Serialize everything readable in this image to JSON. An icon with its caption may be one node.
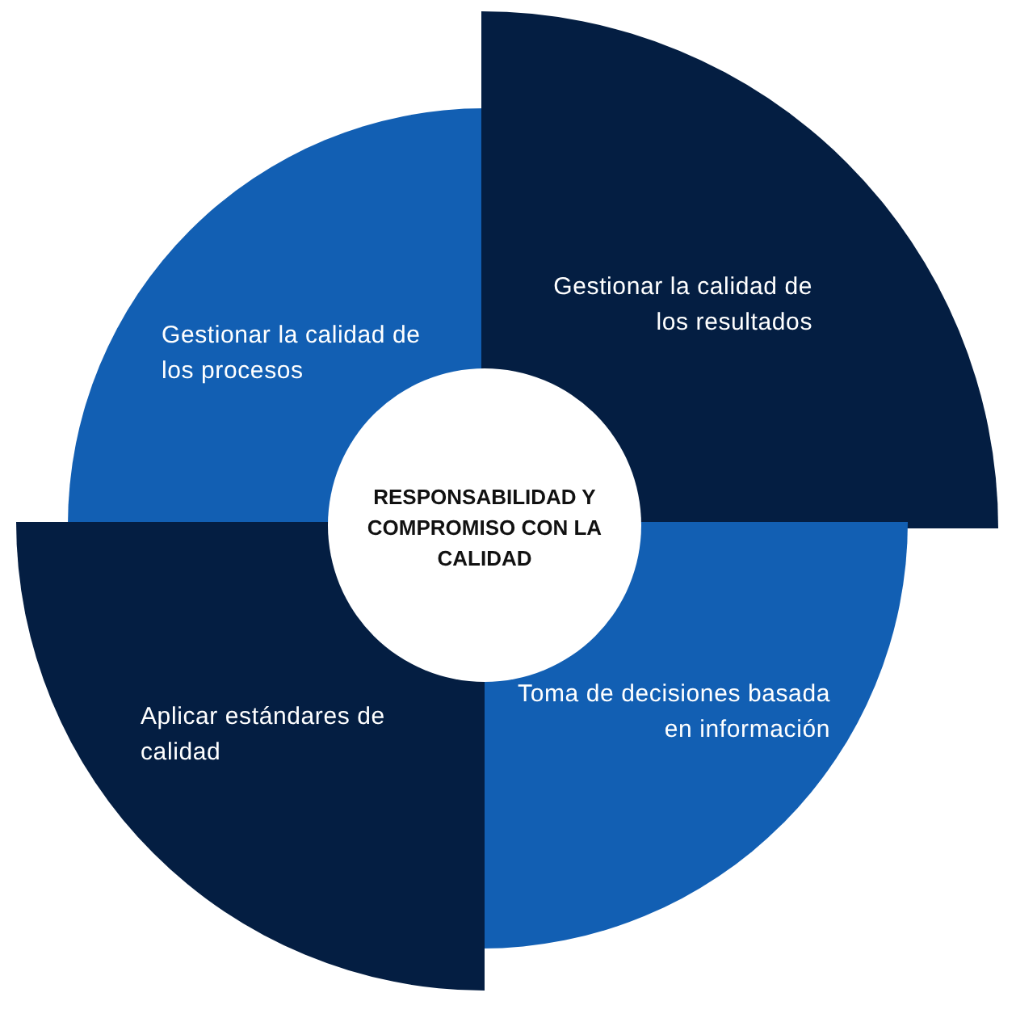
{
  "diagram": {
    "nodes": [
      {
        "text": [
          "RESPONSABILIDAD Y COMPROMISO CON LA CALIDAD"
        ]
      },
      {
        "text": [
          "Gestionar la calidad de los procesos"
        ]
      },
      {
        "text": [
          "Gestionar la calidad de los resultados"
        ]
      },
      {
        "text": [
          "Toma de decisiones basada en información"
        ]
      },
      {
        "text": [
          "Aplicar estándares de calidad"
        ]
      }
    ]
  }
}
